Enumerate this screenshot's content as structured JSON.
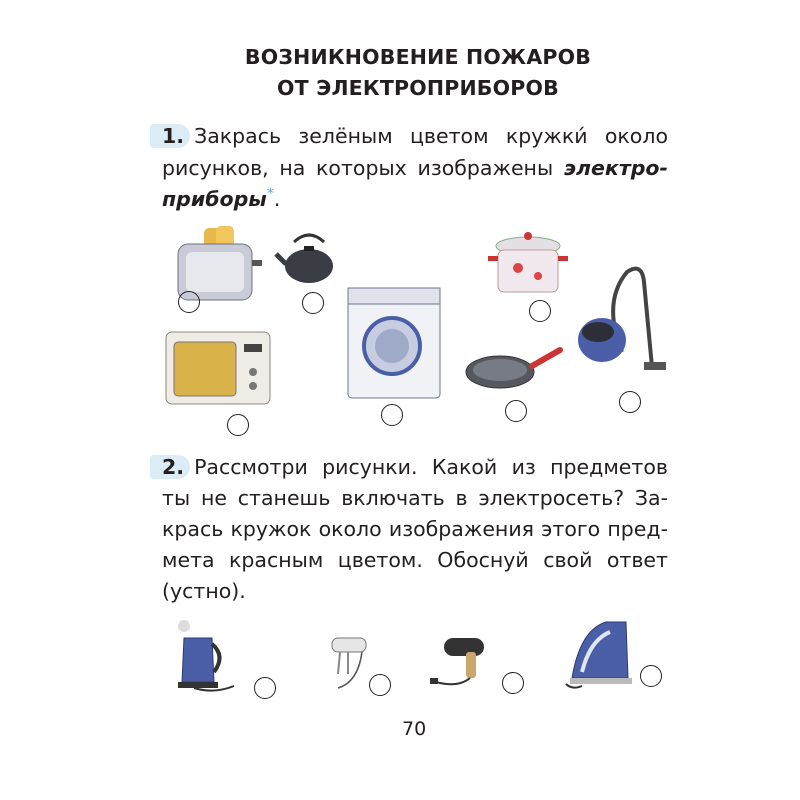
{
  "title": [
    "ВОЗНИКНОВЕНИЕ ПОЖАРОВ",
    "ОТ ЭЛЕКТРОПРИБОРОВ"
  ],
  "task1": {
    "number": "1.",
    "lines": [
      "Закрась зелёным цветом кружки́ около",
      "рисунков, на которых изображены "
    ],
    "emphasis1": "электро-",
    "emphasis2": "приборы",
    "asterisk": "*",
    "period": ".",
    "items": [
      "toaster",
      "kettle",
      "pot",
      "vacuum-cleaner",
      "microwave",
      "washing-machine",
      "frying-pan"
    ]
  },
  "task2": {
    "number": "2.",
    "lines": [
      "Рассмотри рисунки. Какой из предметов",
      "ты не станешь включать в электросеть? За-",
      "крась кружок около изображения этого пред-",
      "мета красным цветом. Обоснуй свой ответ",
      "(устно)."
    ],
    "items": [
      "electric-kettle",
      "mixer",
      "hair-dryer",
      "iron"
    ]
  },
  "page_number": "70",
  "colors": {
    "number_badge": "#dcecf6",
    "asterisk": "#5aa7d8",
    "appliance_blue": "#4a5fa8"
  }
}
